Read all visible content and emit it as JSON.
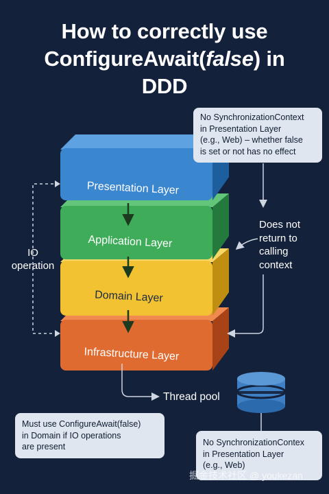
{
  "title": {
    "line1": "How to correctly use",
    "line2_pre": "ConfigureAwait(",
    "line2_em": "false",
    "line2_post": ") in",
    "line3": "DDD"
  },
  "layers": [
    {
      "label": "Presentation Layer",
      "color": "#3a86cf"
    },
    {
      "label": "Application Layer",
      "color": "#3fac5a"
    },
    {
      "label": "Domain Layer",
      "color": "#f2c233"
    },
    {
      "label": "Infrastructure Layer",
      "color": "#e06b30"
    }
  ],
  "notes": {
    "top_right": {
      "line1": "No SynchronizationContext",
      "line2": "in Presentation Layer",
      "line3": "(e.g., Web) – whether false",
      "line4": "is set or not has no effect"
    },
    "bottom_left": {
      "line1": "Must use ConfigureAwait(false)",
      "line2": "in Domain if IO operations",
      "line3": "are present"
    },
    "bottom_right": {
      "line1": "No SynchronizationContex",
      "line2": "in Presentation Layer",
      "line3": "(e.g., Web)"
    }
  },
  "labels": {
    "io_line1": "IO",
    "io_line2": "operation",
    "does_not_1": "Does not",
    "does_not_2": "return to",
    "does_not_3": "calling",
    "does_not_4": "context",
    "thread_pool": "Thread pool"
  },
  "watermark": "掘金技术社区 @ youkezan",
  "colors": {
    "background": "#14213a",
    "database": "#3f7fc4",
    "note_bg": "#dfe6ef"
  }
}
